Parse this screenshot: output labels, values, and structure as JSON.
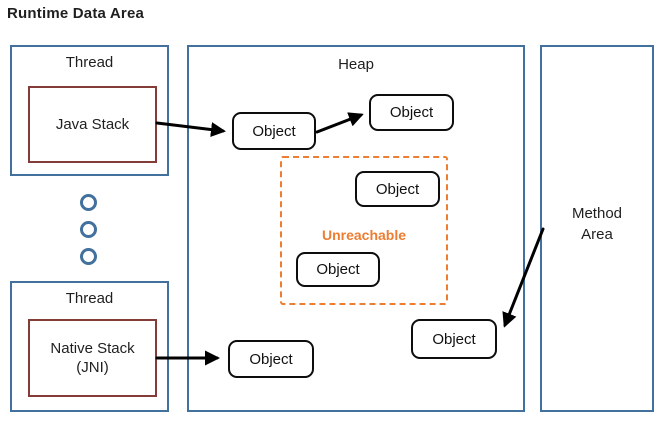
{
  "title": "Runtime Data Area",
  "colors": {
    "frame_blue": "#41719C",
    "stack_red": "#843C39",
    "unreachable_orange": "#ED7D31",
    "object_border_black": "#0d0d0d",
    "arrow_black": "#000000"
  },
  "threads": {
    "top": {
      "label": "Thread",
      "stack_label": "Java Stack"
    },
    "bottom": {
      "label": "Thread",
      "stack_label": "Native Stack (JNI)"
    }
  },
  "ellipsis": {
    "circle_count": 3
  },
  "heap": {
    "label": "Heap",
    "object_labels": [
      "Object",
      "Object",
      "Object",
      "Object",
      "Object",
      "Object"
    ]
  },
  "unreachable": {
    "label": "Unreachable"
  },
  "method_area": {
    "label": "Method Area"
  }
}
